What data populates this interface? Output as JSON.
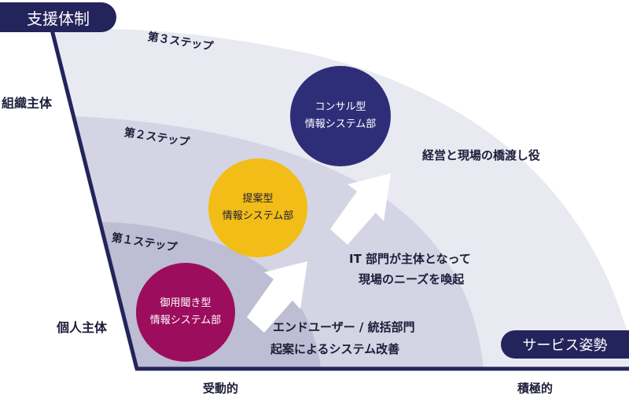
{
  "badges": {
    "support": "支援体制",
    "service": "サービス姿勢"
  },
  "axis": {
    "y_top": "組織主体",
    "y_bottom": "個人主体",
    "x_left": "受動的",
    "x_right": "積極的"
  },
  "steps": {
    "step3": "第３ステップ",
    "step2": "第２ステップ",
    "step1": "第１ステップ"
  },
  "circles": {
    "consult": {
      "line1": "コンサル型",
      "line2": "情報システム部"
    },
    "proposal": {
      "line1": "提案型",
      "line2": "情報システム部"
    },
    "order": {
      "line1": "御用聞き型",
      "line2": "情報システム部"
    }
  },
  "notes": {
    "bridge": "経営と現場の橋渡し役",
    "it_line1": "IT 部門が主体となって",
    "it_line2": "現場のニーズを喚起",
    "user_line1": "エンドユーザー / 統括部門",
    "user_line2": "起案によるシステム改善"
  },
  "colors": {
    "navy": "#24245c",
    "band3": "#e9e9f2",
    "band2": "#d4d4e4",
    "band1": "#bdbdd3",
    "consult": "#2e2e78",
    "proposal": "#f2bd16",
    "order": "#9c0d5e"
  }
}
